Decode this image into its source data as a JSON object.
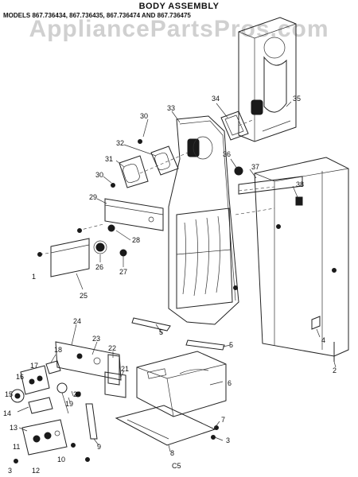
{
  "header": {
    "title": "BODY ASSEMBLY",
    "models": "MODELS 867.736434, 867.736435, 867.736474 AND 867.736475"
  },
  "watermark": "AppliancePartsPros.com",
  "callouts": {
    "c35": "35",
    "c34": "34",
    "c33": "33",
    "c30a": "30",
    "c32": "32",
    "c36a": "36",
    "c37": "37",
    "c31": "31",
    "c30b": "30",
    "c38": "38",
    "c29": "29",
    "c28": "28",
    "c26": "26",
    "c27": "27",
    "c1": "1",
    "c25": "25",
    "c24": "24",
    "c23": "23",
    "c22": "22",
    "c18": "18",
    "c17": "17",
    "c16": "16",
    "c21": "21",
    "c5a": "5",
    "c5b": "5",
    "c6": "6",
    "c15": "15",
    "c20": "20",
    "c19": "19",
    "c14": "14",
    "c13": "13",
    "c11": "11",
    "c10": "10",
    "c9": "9",
    "c3a": "3",
    "c12": "12",
    "c8": "8",
    "c7": "7",
    "c3b": "3",
    "c2": "2",
    "c4": "4"
  },
  "footer": "C5"
}
